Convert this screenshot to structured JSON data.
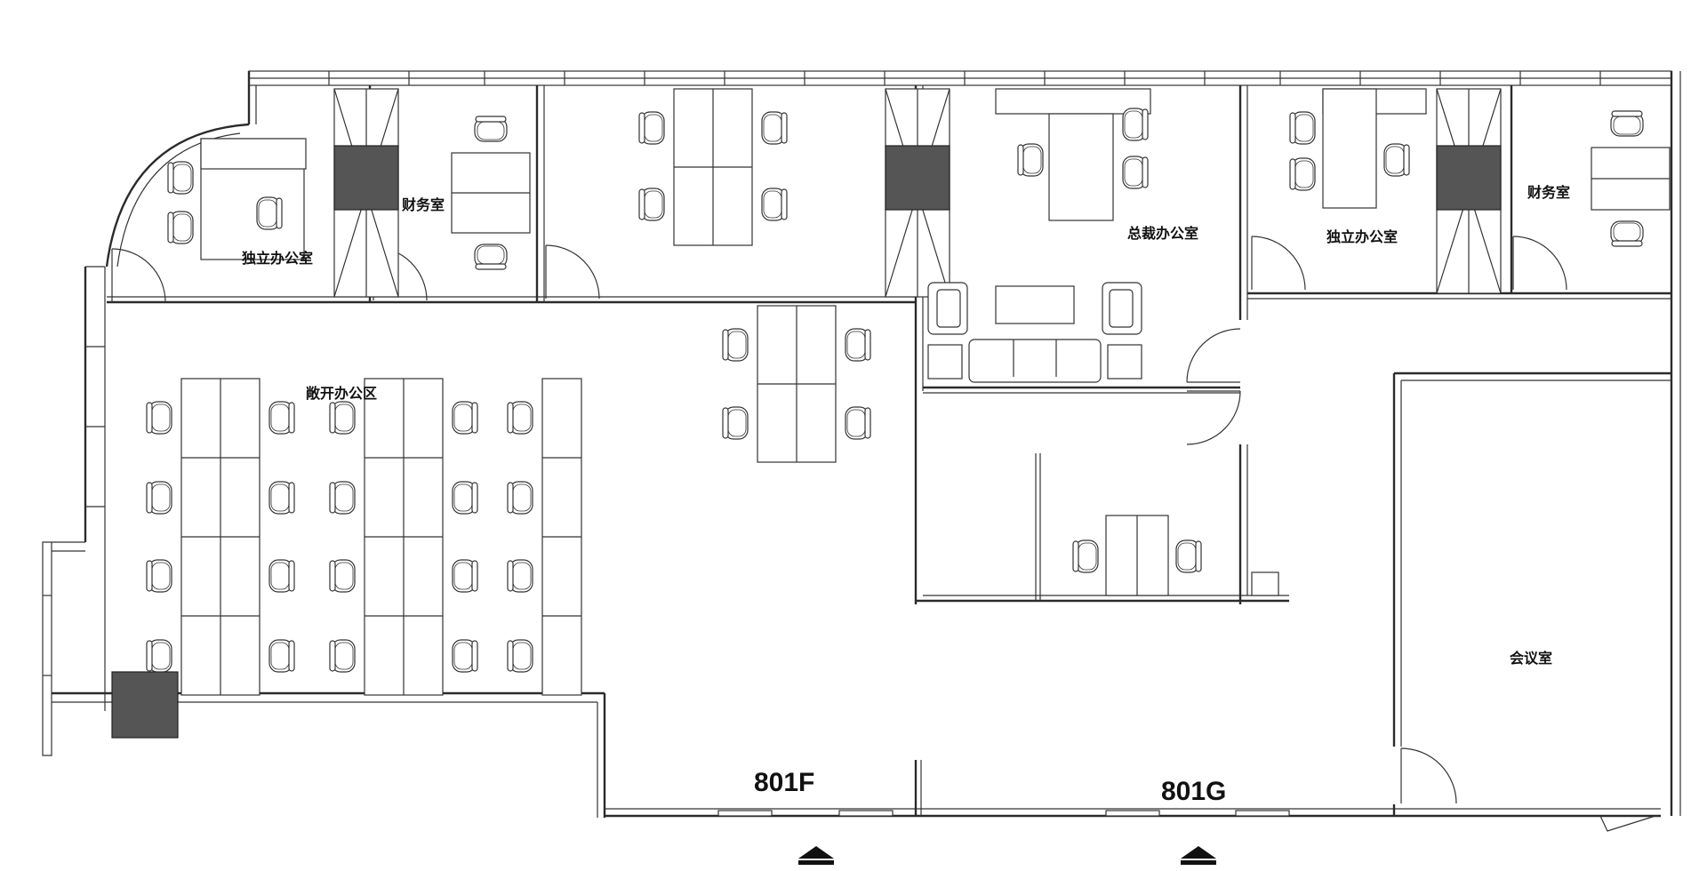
{
  "labels": {
    "private_office_left": "独立办公室",
    "finance_left": "财务室",
    "ceo_office": "总裁办公室",
    "private_office_right": "独立办公室",
    "finance_right": "财务室",
    "open_office": "敞开办公区",
    "meeting_room": "会议室"
  },
  "units": {
    "unit_f": "801F",
    "unit_g": "801G"
  },
  "colors": {
    "walls": "#2b2b2b",
    "dark_fill": "#555555"
  }
}
